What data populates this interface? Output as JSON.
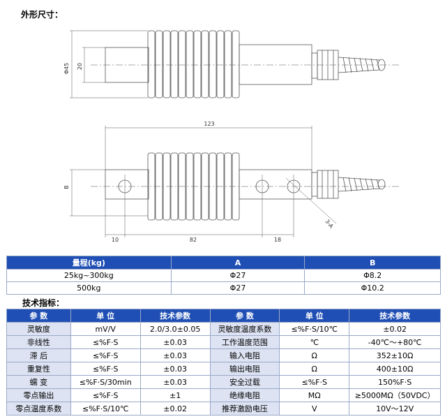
{
  "headings": {
    "outline": "外形尺寸：",
    "specs": "技术指标："
  },
  "drawing": {
    "top_dia": "Φ45",
    "top_inner": "20",
    "total_len": "123",
    "side_b": "B",
    "side_a": "3-A",
    "dim_left": "10",
    "dim_mid": "82",
    "dim_right": "18"
  },
  "range_table": {
    "headers": [
      "量程(kg)",
      "A",
      "B"
    ],
    "rows": [
      [
        "25kg~300kg",
        "Φ27",
        "Φ8.2"
      ],
      [
        "500kg",
        "Φ27",
        "Φ10.2"
      ]
    ]
  },
  "spec_table": {
    "headers": [
      "参 数",
      "单 位",
      "技术参数",
      "参 数",
      "单 位",
      "技术参数"
    ],
    "rows": [
      [
        "灵敏度",
        "mV/V",
        "2.0/3.0±0.05",
        "灵敏度温度系数",
        "≤%F·S/10℃",
        "±0.02"
      ],
      [
        "非线性",
        "≤%F·S",
        "±0.03",
        "工作温度范围",
        "℃",
        "-40℃～+80℃"
      ],
      [
        "滞 后",
        "≤%F·S",
        "±0.03",
        "输入电阻",
        "Ω",
        "352±10Ω"
      ],
      [
        "重复性",
        "≤%F·S",
        "±0.03",
        "输出电阻",
        "Ω",
        "400±10Ω"
      ],
      [
        "蠕 变",
        "≤%F·S/30min",
        "±0.03",
        "安全过载",
        "≤%F·S",
        "150%F·S"
      ],
      [
        "零点输出",
        "≤%F·S",
        "±1",
        "绝缘电阻",
        "MΩ",
        "≥5000MΩ（50VDC）"
      ],
      [
        "零点温度系数",
        "≤%F·S/10℃",
        "±0.02",
        "推荐激励电压",
        "V",
        "10V～12V"
      ]
    ]
  }
}
